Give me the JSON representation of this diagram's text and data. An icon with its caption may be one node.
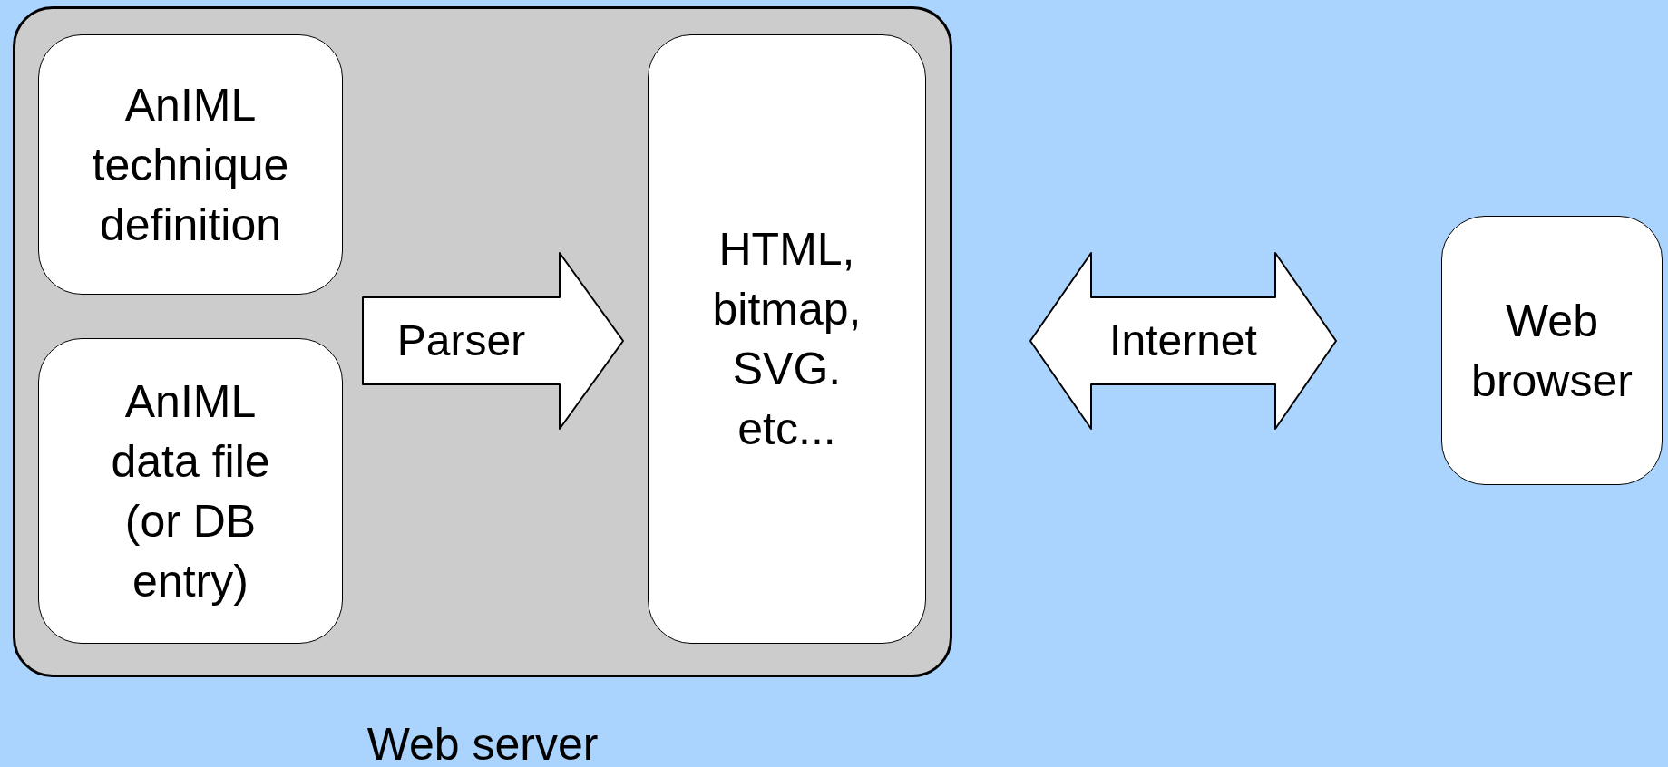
{
  "diagram": {
    "nodes": [
      {
        "text": [
          "Web server"
        ]
      },
      {
        "text": [
          "AnIML technique definition"
        ],
        "in": 0
      },
      {
        "text": [
          "AnIML data file (or DB entry)"
        ],
        "in": 0
      },
      {
        "text": [
          "HTML, bitmap, SVG. etc..."
        ],
        "in": 0
      },
      {
        "text": [
          "Web browser"
        ]
      }
    ],
    "edges": [
      {
        "from": 1,
        "to": 3,
        "arrow": "to",
        "label": "Parser"
      },
      {
        "from": 2,
        "to": 3,
        "arrow": "to"
      },
      {
        "from": 0,
        "to": 4,
        "arrow": "both",
        "label": "Internet"
      }
    ]
  }
}
